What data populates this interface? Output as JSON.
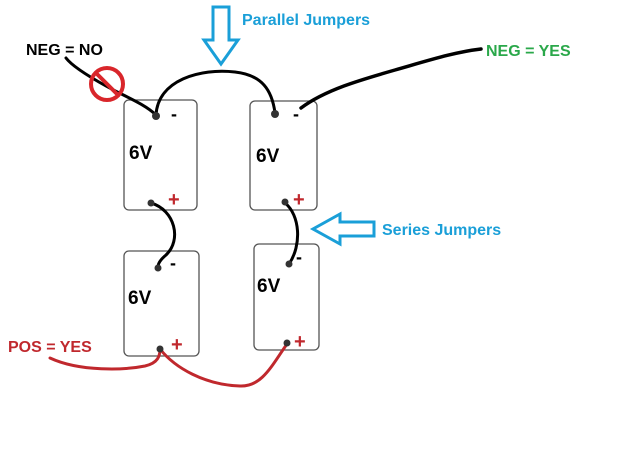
{
  "diagram": {
    "batteries": [
      {
        "id": "top-left",
        "label": "6V",
        "minus": "-",
        "plus": "+"
      },
      {
        "id": "top-right",
        "label": "6V",
        "minus": "-",
        "plus": "+"
      },
      {
        "id": "bottom-left",
        "label": "6V",
        "minus": "-",
        "plus": "+"
      },
      {
        "id": "bottom-right",
        "label": "6V",
        "minus": "-",
        "plus": "+"
      }
    ],
    "annotations": {
      "parallel_jumpers": "Parallel Jumpers",
      "series_jumpers": "Series Jumpers",
      "neg_no": "NEG = NO",
      "neg_yes": "NEG = YES",
      "pos_yes": "POS = YES"
    },
    "colors": {
      "blue": "#1a9fd8",
      "green": "#2aa84a",
      "red": "#c0282d",
      "wire": "#000000",
      "no_sign": "#d9262b"
    },
    "icons": [
      "down-arrow-icon",
      "left-arrow-icon",
      "no-sign-icon"
    ]
  }
}
